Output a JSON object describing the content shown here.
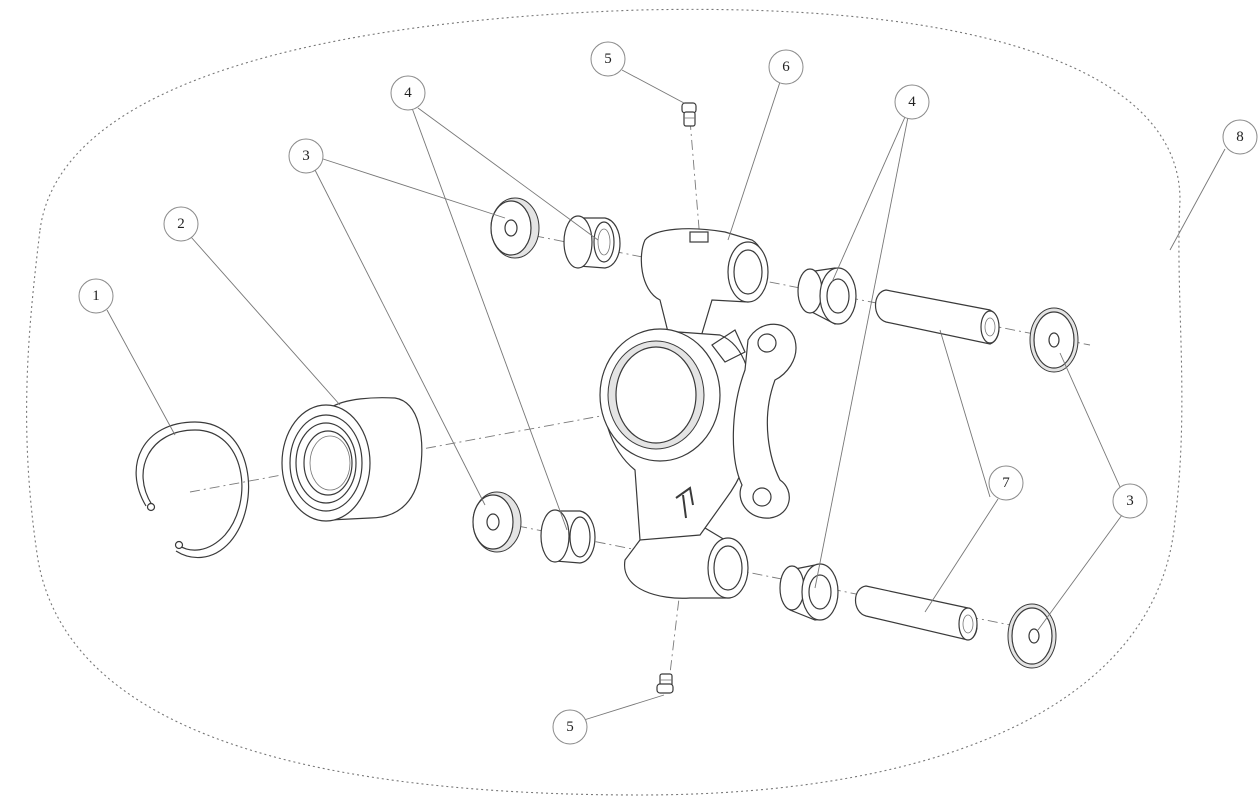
{
  "diagram": {
    "callouts": [
      {
        "id": "c1",
        "label": "1"
      },
      {
        "id": "c2",
        "label": "2"
      },
      {
        "id": "c3a",
        "label": "3"
      },
      {
        "id": "c3b",
        "label": "3"
      },
      {
        "id": "c4a",
        "label": "4"
      },
      {
        "id": "c4b",
        "label": "4"
      },
      {
        "id": "c5a",
        "label": "5"
      },
      {
        "id": "c5b",
        "label": "5"
      },
      {
        "id": "c6",
        "label": "6"
      },
      {
        "id": "c7",
        "label": "7"
      },
      {
        "id": "c8",
        "label": "8"
      }
    ]
  }
}
